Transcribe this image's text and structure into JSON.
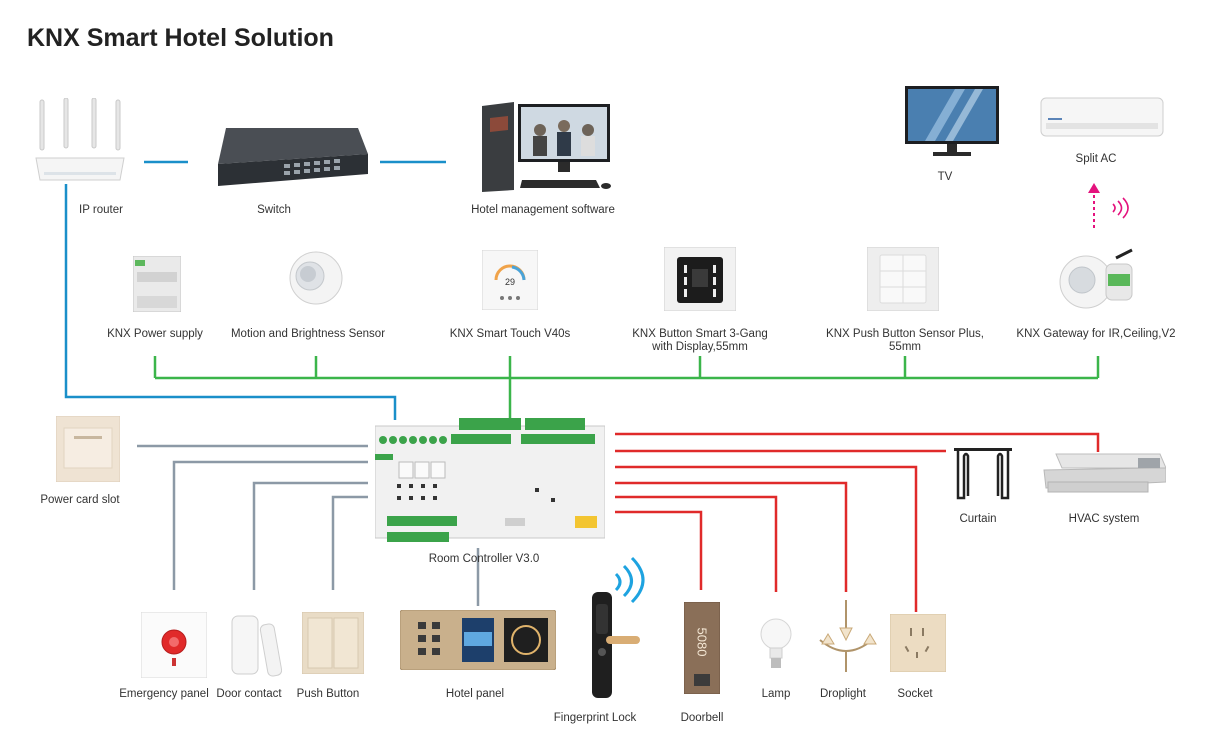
{
  "title": "KNX Smart Hotel Solution",
  "colors": {
    "ip_line": "#1a8fc9",
    "bus_line": "#3bb54a",
    "input_line": "#8c99a6",
    "output_line": "#e02a2a",
    "ir_arrow": "#e4127d"
  },
  "network": {
    "ip_router": "IP router",
    "switch": "Switch",
    "hotel_software": "Hotel management software"
  },
  "bus_devices": {
    "power_supply": "KNX Power supply",
    "motion_sensor": "Motion and Brightness Sensor",
    "smart_touch": "KNX Smart Touch V40s",
    "button_smart": "KNX Button Smart 3-Gang\nwith Display,55mm",
    "push_button_sensor": "KNX Push Button Sensor Plus,\n55mm",
    "ir_gateway": "KNX Gateway for IR,Ceiling,V2"
  },
  "ir_targets": {
    "tv": "TV",
    "split_ac": "Split  AC"
  },
  "controller": {
    "label": "Room Controller V3.0",
    "screen_temp": "29"
  },
  "inputs": {
    "power_card_slot": "Power card slot",
    "emergency_panel": "Emergency panel",
    "door_contact": "Door contact",
    "push_button": "Push Button",
    "hotel_panel": "Hotel panel"
  },
  "outputs": {
    "curtain": "Curtain",
    "hvac": "HVAC system",
    "doorbell": "Doorbell",
    "doorbell_room": "5080",
    "lamp": "Lamp",
    "droplight": "Droplight",
    "socket": "Socket",
    "fingerprint_lock": "Fingerprint Lock"
  }
}
